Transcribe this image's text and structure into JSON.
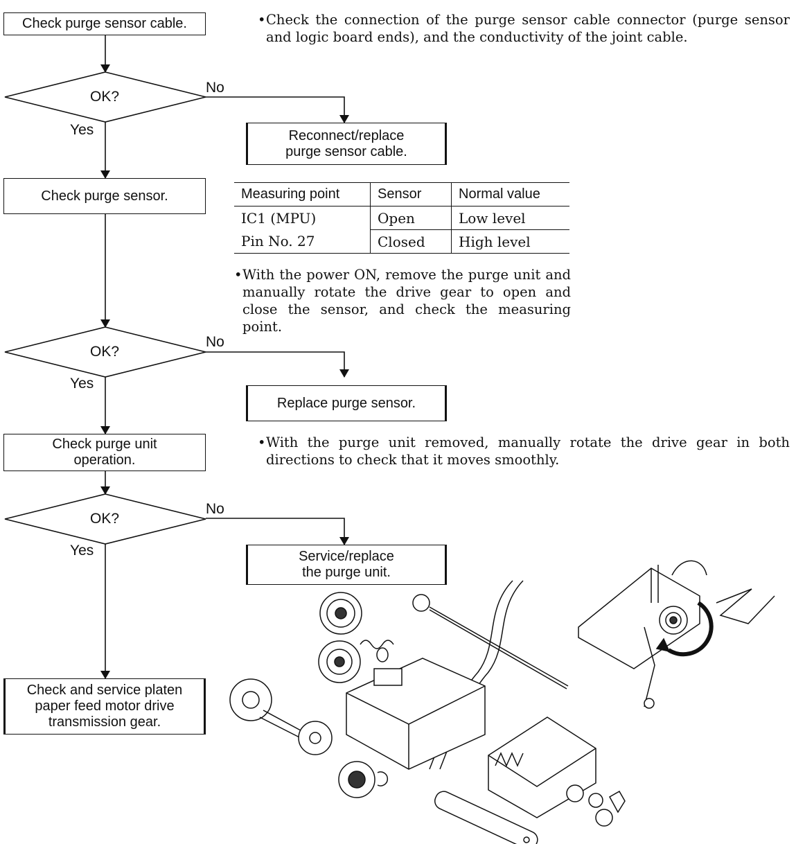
{
  "flow": {
    "step1": "Check purge sensor cable.",
    "step2": "Check purge sensor.",
    "step3_line1": "Check purge unit",
    "step3_line2": "operation.",
    "step4_line1": "Check and service platen",
    "step4_line2": "paper feed motor drive",
    "step4_line3": "transmission gear.",
    "decision": "OK?",
    "no": "No",
    "yes": "Yes",
    "fix1_line1": "Reconnect/replace",
    "fix1_line2": "purge sensor cable.",
    "fix2": "Replace purge sensor.",
    "fix3_line1": "Service/replace",
    "fix3_line2": "the purge unit."
  },
  "notes": {
    "bullet": "•",
    "note1": "Check the connection of the purge sensor cable connector (purge sensor and logic board ends), and the conductivity of the joint cable.",
    "note2": "With the power ON, remove the purge unit and manually rotate the drive gear to open and close the sensor, and check the measuring point.",
    "note3": "With the purge unit removed, manually rotate the drive gear in both directions to check that it moves smoothly."
  },
  "table": {
    "headers": [
      "Measuring point",
      "Sensor",
      "Normal value"
    ],
    "point_line1": "IC1 (MPU)",
    "point_line2": "Pin No. 27",
    "rows": [
      {
        "sensor": "Open",
        "value": "Low level"
      },
      {
        "sensor": "Closed",
        "value": "High level"
      }
    ]
  }
}
